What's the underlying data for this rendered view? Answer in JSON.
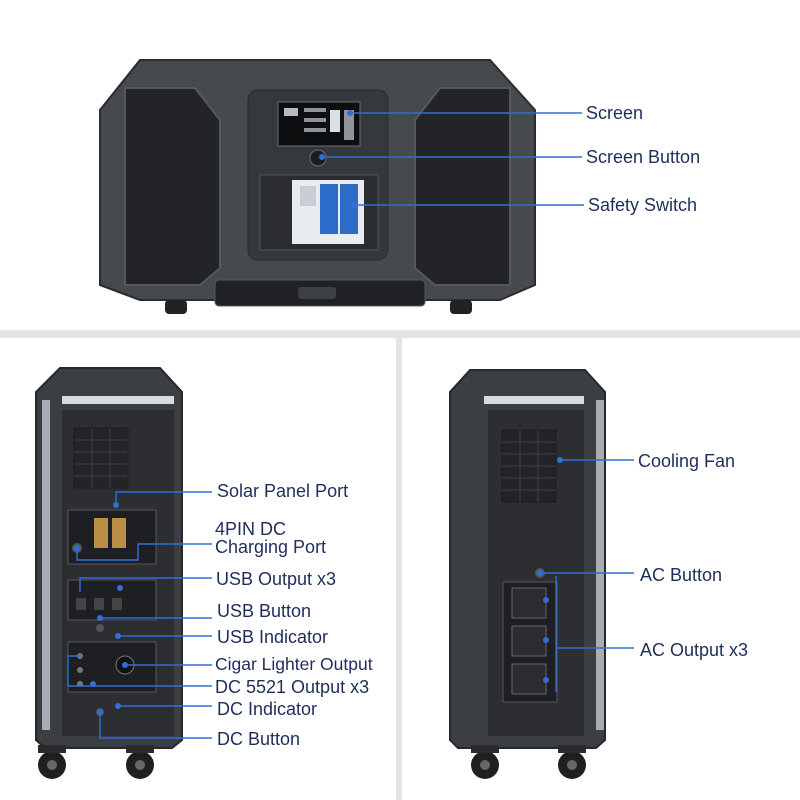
{
  "top_labels": {
    "screen": "Screen",
    "screen_button": "Screen Button",
    "safety_switch": "Safety Switch"
  },
  "left_labels": {
    "solar_panel_port": "Solar Panel Port",
    "charging_port_line1": "4PIN DC",
    "charging_port_line2": "Charging Port",
    "usb_output": "USB Output x3",
    "usb_button": "USB Button",
    "usb_indicator": "USB Indicator",
    "cigar_lighter_output": "Cigar Lighter Output",
    "dc5521_output": "DC 5521 Output x3",
    "dc_indicator": "DC Indicator",
    "dc_button": "DC Button"
  },
  "right_labels": {
    "cooling_fan": "Cooling Fan",
    "ac_button": "AC Button",
    "ac_output": "AC Output x3"
  },
  "colors": {
    "accent_line": "#2f6fd6",
    "label_text": "#1f2d5c",
    "device_body": "#3a3d42",
    "divider": "#dcdcdc"
  }
}
